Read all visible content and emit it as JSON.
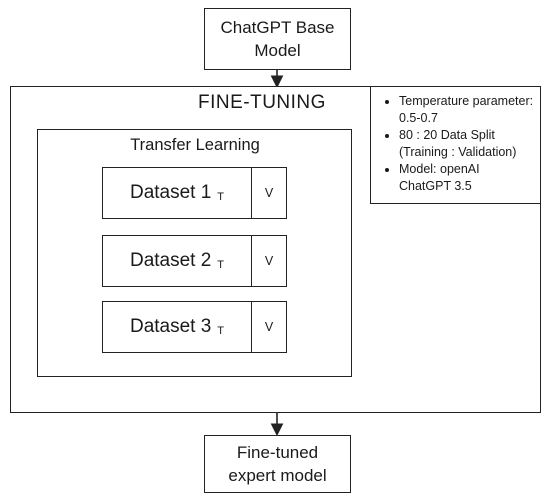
{
  "base_model": {
    "line1": "ChatGPT Base",
    "line2": "Model"
  },
  "fine_tuning": {
    "title": "FINE-TUNING"
  },
  "params": [
    "Temperature parameter: 0.5-0.7",
    "80 : 20 Data Split (Training : Validation)",
    "Model: openAI ChatGPT 3.5"
  ],
  "transfer_learning": {
    "title": "Transfer Learning"
  },
  "datasets": [
    {
      "label": "Dataset 1",
      "t": "T",
      "v": "V"
    },
    {
      "label": "Dataset 2",
      "t": "T",
      "v": "V"
    },
    {
      "label": "Dataset 3",
      "t": "T",
      "v": "V"
    }
  ],
  "fine_tuned": {
    "line1": "Fine-tuned",
    "line2": "expert model"
  }
}
